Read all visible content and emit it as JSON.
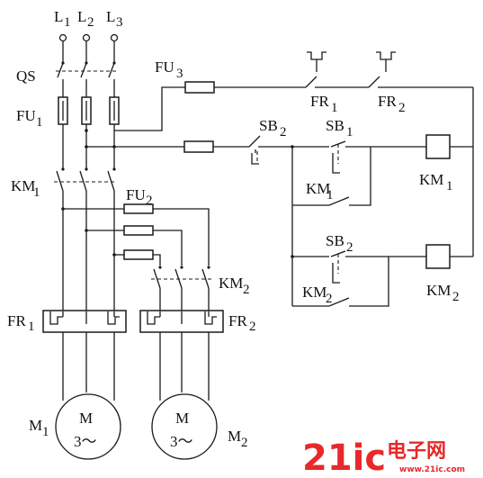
{
  "phases": [
    "L",
    "L",
    "L"
  ],
  "phase_subs": [
    "1",
    "2",
    "3"
  ],
  "switches": {
    "qs": "QS",
    "fu1": "FU",
    "fu1_sub": "1",
    "fu2": "FU",
    "fu2_sub": "2",
    "fu3": "FU",
    "fu3_sub": "3",
    "km1_main": "KM",
    "km1_main_sub": "1",
    "km2_main": "KM",
    "km2_main_sub": "2",
    "fr1_relay": "FR",
    "fr1_relay_sub": "1",
    "fr2_relay": "FR",
    "fr2_relay_sub": "2"
  },
  "control": {
    "fr1_contact": "FR",
    "fr1_contact_sub": "1",
    "fr2_contact": "FR",
    "fr2_contact_sub": "2",
    "sb2_stop": "SB",
    "sb2_stop_sub": "2",
    "sb1_start": "SB",
    "sb1_start_sub": "1",
    "km1_hold": "KM",
    "km1_hold_sub": "1",
    "km1_coil": "KM",
    "km1_coil_sub": "1",
    "sb2_start": "SB",
    "sb2_start_sub": "2",
    "km2_hold": "KM",
    "km2_hold_sub": "2",
    "km2_coil": "KM",
    "km2_coil_sub": "2"
  },
  "motors": [
    {
      "label": "M",
      "sub": "1",
      "center_text": "M",
      "phase_text": "3～"
    },
    {
      "label": "M",
      "sub": "2",
      "center_text": "M",
      "phase_text": "3～"
    }
  ],
  "watermark": {
    "main": "21ic",
    "cn": "电子网",
    "url": "www.21ic.com"
  }
}
